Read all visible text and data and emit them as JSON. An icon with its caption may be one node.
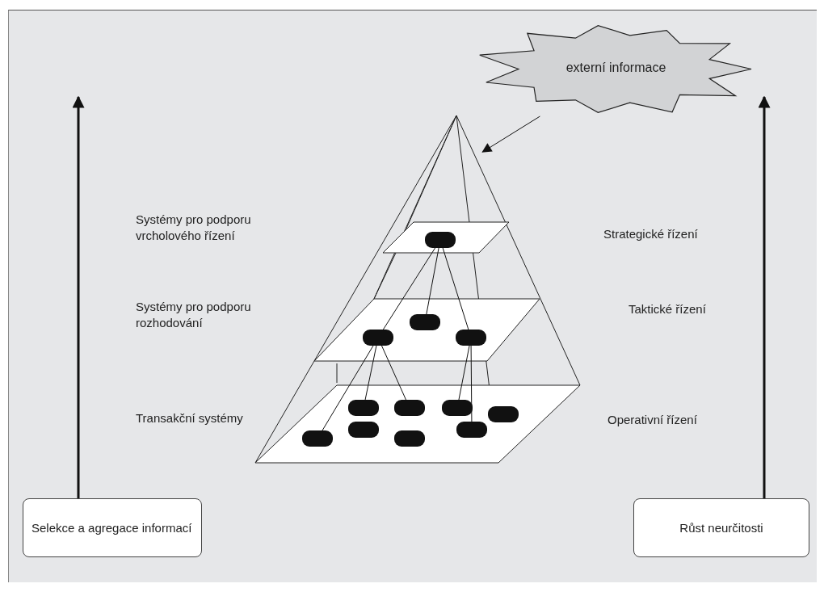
{
  "diagram": {
    "nodes": [
      {
        "text": [
          "externí informace"
        ]
      },
      {
        "text": [],
        "shape": "pyramid"
      },
      {
        "text": [],
        "shape": "parallelogram",
        "in": 1
      },
      {
        "text": [],
        "shape": "parallelogram",
        "in": 1
      },
      {
        "text": [],
        "shape": "parallelogram",
        "in": 1
      },
      {
        "text": [],
        "shape": "pill",
        "in": 2
      },
      {
        "text": [],
        "shape": "pill",
        "in": 3
      },
      {
        "text": [],
        "shape": "pill",
        "in": 3
      },
      {
        "text": [],
        "shape": "pill",
        "in": 3
      },
      {
        "text": [],
        "shape": "pill",
        "in": 4
      },
      {
        "text": [],
        "shape": "pill",
        "in": 4
      },
      {
        "text": [],
        "shape": "pill",
        "in": 4
      },
      {
        "text": [],
        "shape": "pill",
        "in": 4
      },
      {
        "text": [],
        "shape": "pill",
        "in": 4
      },
      {
        "text": [],
        "shape": "pill",
        "in": 4
      },
      {
        "text": [],
        "shape": "pill",
        "in": 4
      },
      {
        "text": [],
        "shape": "pill",
        "in": 4
      },
      {
        "text": [
          "Selekce a agregace informací"
        ]
      },
      {
        "text": [
          "Růst neurčitosti"
        ]
      }
    ],
    "edges": [
      {
        "from": 0,
        "to": 1,
        "arrow": "to"
      },
      {
        "from": 5,
        "to": 6,
        "arrow": "none"
      },
      {
        "from": 5,
        "to": 7,
        "arrow": "none"
      },
      {
        "from": 5,
        "to": 8,
        "arrow": "none"
      },
      {
        "from": 7,
        "to": 15,
        "arrow": "none"
      },
      {
        "from": 7,
        "to": 9,
        "arrow": "none"
      },
      {
        "from": 7,
        "to": 10,
        "arrow": "none"
      },
      {
        "from": 8,
        "to": 11,
        "arrow": "none"
      },
      {
        "from": 8,
        "to": 14,
        "arrow": "none"
      },
      {
        "from": 17,
        "to": null,
        "arrow": "to",
        "style": "thick"
      },
      {
        "from": 18,
        "to": null,
        "arrow": "to",
        "style": "thick"
      }
    ],
    "labels": [
      "Systémy pro podporu vrcholového řízení",
      "Strategické řízení",
      "Systémy pro podporu rozhodování",
      "Taktické řízení",
      "Transakční systémy",
      "Operativní řízení"
    ]
  }
}
